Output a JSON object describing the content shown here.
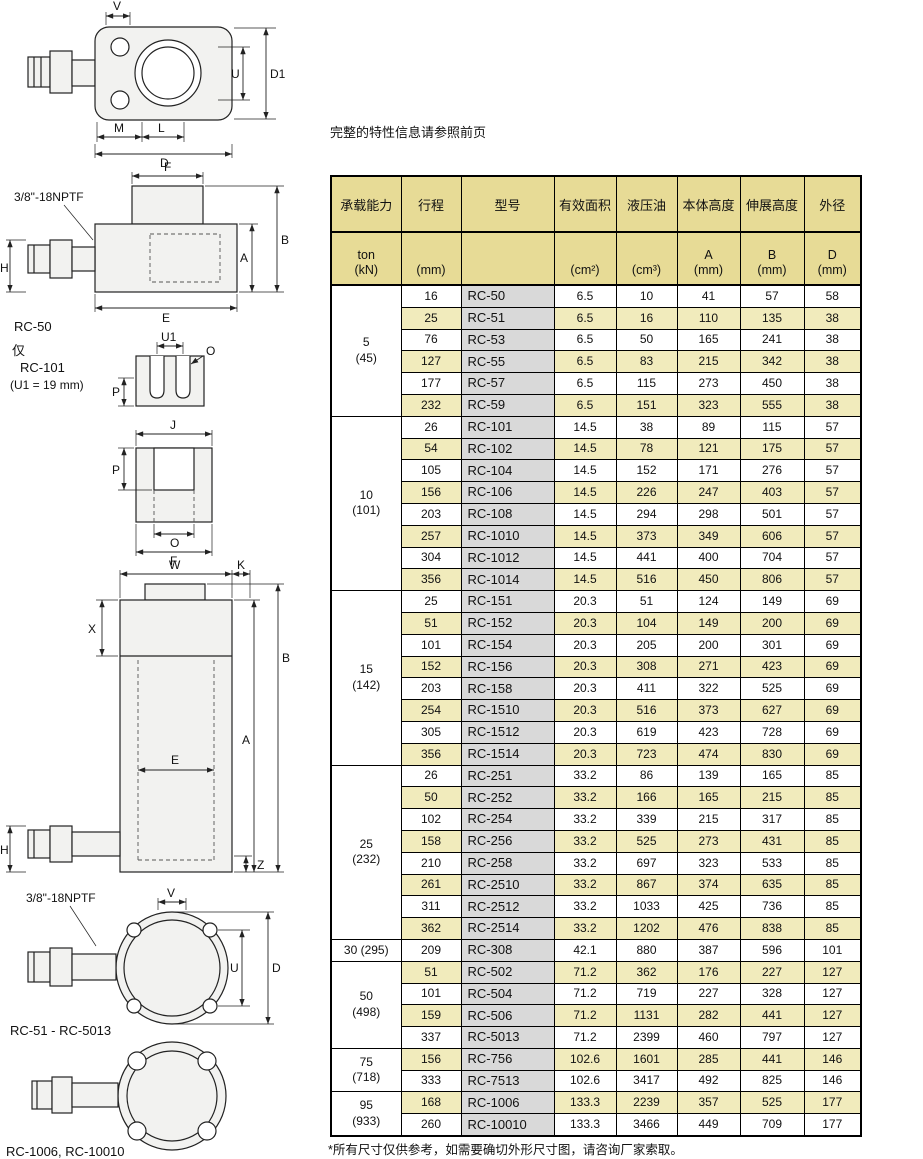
{
  "page": {
    "note_above_table": "完整的特性信息请参照前页",
    "footnote": "*所有尺寸仅供参考，如需要确切外形尺寸图，请咨询厂家索取。"
  },
  "colors": {
    "header_bg": "#e7db96",
    "row_alt_bg": "#f1ebbc",
    "model_col_bg": "#d9d9d9",
    "border": "#000000"
  },
  "drawings": {
    "npt_label": "3/8\"-18NPTF",
    "captions": {
      "rc50": "RC-50",
      "only": "仅",
      "rc101": "RC-101",
      "u1_note": "(U1 = 19 mm)",
      "rc51_range": "RC-51 - RC-5013",
      "rc1006": "RC-1006, RC-10010"
    },
    "labels": {
      "v": "V",
      "u": "U",
      "d1": "D1",
      "m": "M",
      "l": "L",
      "d": "D",
      "f": "F",
      "b": "B",
      "a": "A",
      "h": "H",
      "e": "E",
      "u1": "U1",
      "o": "O",
      "p": "P",
      "j": "J",
      "w": "W",
      "k": "K",
      "x": "X",
      "z": "Z"
    }
  },
  "table": {
    "headers": {
      "capacity": "承载能力",
      "capacity_unit": "ton\n(kN)",
      "stroke": "行程",
      "stroke_unit": "(mm)",
      "model": "型号",
      "model_unit": "",
      "area": "有效面积",
      "area_unit": "(cm²)",
      "oil": "液压油",
      "oil_unit": "(cm³)",
      "body_height": "本体高度",
      "body_height_unit": "A\n(mm)",
      "ext_height": "伸展高度",
      "ext_height_unit": "B\n(mm)",
      "od": "外径",
      "od_unit": "D\n(mm)"
    },
    "groups": [
      {
        "capacity": "5\n(45)",
        "rows": [
          [
            "16",
            "RC-50",
            "6.5",
            "10",
            "41",
            "57",
            "58"
          ],
          [
            "25",
            "RC-51",
            "6.5",
            "16",
            "110",
            "135",
            "38"
          ],
          [
            "76",
            "RC-53",
            "6.5",
            "50",
            "165",
            "241",
            "38"
          ],
          [
            "127",
            "RC-55",
            "6.5",
            "83",
            "215",
            "342",
            "38"
          ],
          [
            "177",
            "RC-57",
            "6.5",
            "115",
            "273",
            "450",
            "38"
          ],
          [
            "232",
            "RC-59",
            "6.5",
            "151",
            "323",
            "555",
            "38"
          ]
        ]
      },
      {
        "capacity": "10\n(101)",
        "rows": [
          [
            "26",
            "RC-101",
            "14.5",
            "38",
            "89",
            "115",
            "57"
          ],
          [
            "54",
            "RC-102",
            "14.5",
            "78",
            "121",
            "175",
            "57"
          ],
          [
            "105",
            "RC-104",
            "14.5",
            "152",
            "171",
            "276",
            "57"
          ],
          [
            "156",
            "RC-106",
            "14.5",
            "226",
            "247",
            "403",
            "57"
          ],
          [
            "203",
            "RC-108",
            "14.5",
            "294",
            "298",
            "501",
            "57"
          ],
          [
            "257",
            "RC-1010",
            "14.5",
            "373",
            "349",
            "606",
            "57"
          ],
          [
            "304",
            "RC-1012",
            "14.5",
            "441",
            "400",
            "704",
            "57"
          ],
          [
            "356",
            "RC-1014",
            "14.5",
            "516",
            "450",
            "806",
            "57"
          ]
        ]
      },
      {
        "capacity": "15\n(142)",
        "rows": [
          [
            "25",
            "RC-151",
            "20.3",
            "51",
            "124",
            "149",
            "69"
          ],
          [
            "51",
            "RC-152",
            "20.3",
            "104",
            "149",
            "200",
            "69"
          ],
          [
            "101",
            "RC-154",
            "20.3",
            "205",
            "200",
            "301",
            "69"
          ],
          [
            "152",
            "RC-156",
            "20.3",
            "308",
            "271",
            "423",
            "69"
          ],
          [
            "203",
            "RC-158",
            "20.3",
            "411",
            "322",
            "525",
            "69"
          ],
          [
            "254",
            "RC-1510",
            "20.3",
            "516",
            "373",
            "627",
            "69"
          ],
          [
            "305",
            "RC-1512",
            "20.3",
            "619",
            "423",
            "728",
            "69"
          ],
          [
            "356",
            "RC-1514",
            "20.3",
            "723",
            "474",
            "830",
            "69"
          ]
        ]
      },
      {
        "capacity": "25\n(232)",
        "rows": [
          [
            "26",
            "RC-251",
            "33.2",
            "86",
            "139",
            "165",
            "85"
          ],
          [
            "50",
            "RC-252",
            "33.2",
            "166",
            "165",
            "215",
            "85"
          ],
          [
            "102",
            "RC-254",
            "33.2",
            "339",
            "215",
            "317",
            "85"
          ],
          [
            "158",
            "RC-256",
            "33.2",
            "525",
            "273",
            "431",
            "85"
          ],
          [
            "210",
            "RC-258",
            "33.2",
            "697",
            "323",
            "533",
            "85"
          ],
          [
            "261",
            "RC-2510",
            "33.2",
            "867",
            "374",
            "635",
            "85"
          ],
          [
            "311",
            "RC-2512",
            "33.2",
            "1033",
            "425",
            "736",
            "85"
          ],
          [
            "362",
            "RC-2514",
            "33.2",
            "1202",
            "476",
            "838",
            "85"
          ]
        ]
      },
      {
        "capacity": "30 (295)",
        "rows": [
          [
            "209",
            "RC-308",
            "42.1",
            "880",
            "387",
            "596",
            "101"
          ]
        ]
      },
      {
        "capacity": "50\n(498)",
        "rows": [
          [
            "51",
            "RC-502",
            "71.2",
            "362",
            "176",
            "227",
            "127"
          ],
          [
            "101",
            "RC-504",
            "71.2",
            "719",
            "227",
            "328",
            "127"
          ],
          [
            "159",
            "RC-506",
            "71.2",
            "1131",
            "282",
            "441",
            "127"
          ],
          [
            "337",
            "RC-5013",
            "71.2",
            "2399",
            "460",
            "797",
            "127"
          ]
        ]
      },
      {
        "capacity": "75\n(718)",
        "rows": [
          [
            "156",
            "RC-756",
            "102.6",
            "1601",
            "285",
            "441",
            "146"
          ],
          [
            "333",
            "RC-7513",
            "102.6",
            "3417",
            "492",
            "825",
            "146"
          ]
        ]
      },
      {
        "capacity": "95\n(933)",
        "rows": [
          [
            "168",
            "RC-1006",
            "133.3",
            "2239",
            "357",
            "525",
            "177"
          ],
          [
            "260",
            "RC-10010",
            "133.3",
            "3466",
            "449",
            "709",
            "177"
          ]
        ]
      }
    ]
  }
}
